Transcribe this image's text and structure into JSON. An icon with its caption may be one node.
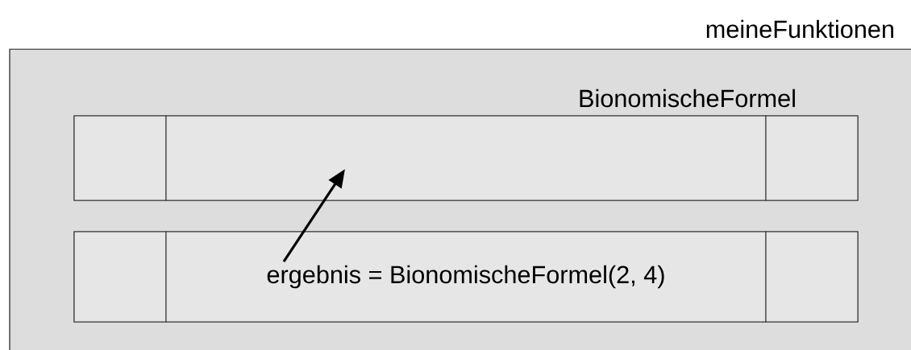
{
  "diagram": {
    "nodes": [
      {
        "text": [
          "meineFunktionen"
        ]
      },
      {
        "text": [
          "BionomischeFormel"
        ],
        "in": 0
      },
      {
        "text": [],
        "shape": "box",
        "in": 1
      },
      {
        "text": [],
        "shape": "box",
        "in": 1
      },
      {
        "text": [],
        "shape": "box",
        "in": 1
      },
      {
        "text": [],
        "shape": "box",
        "in": 0
      },
      {
        "text": [],
        "shape": "box",
        "in": 5
      },
      {
        "text": [
          "ergebnis = BionomischeFormel(2, 4)"
        ],
        "in": 5
      },
      {
        "text": [],
        "shape": "box",
        "in": 5
      }
    ],
    "edges": [
      {
        "from": 7,
        "to": 3,
        "arrow": "to"
      }
    ]
  }
}
